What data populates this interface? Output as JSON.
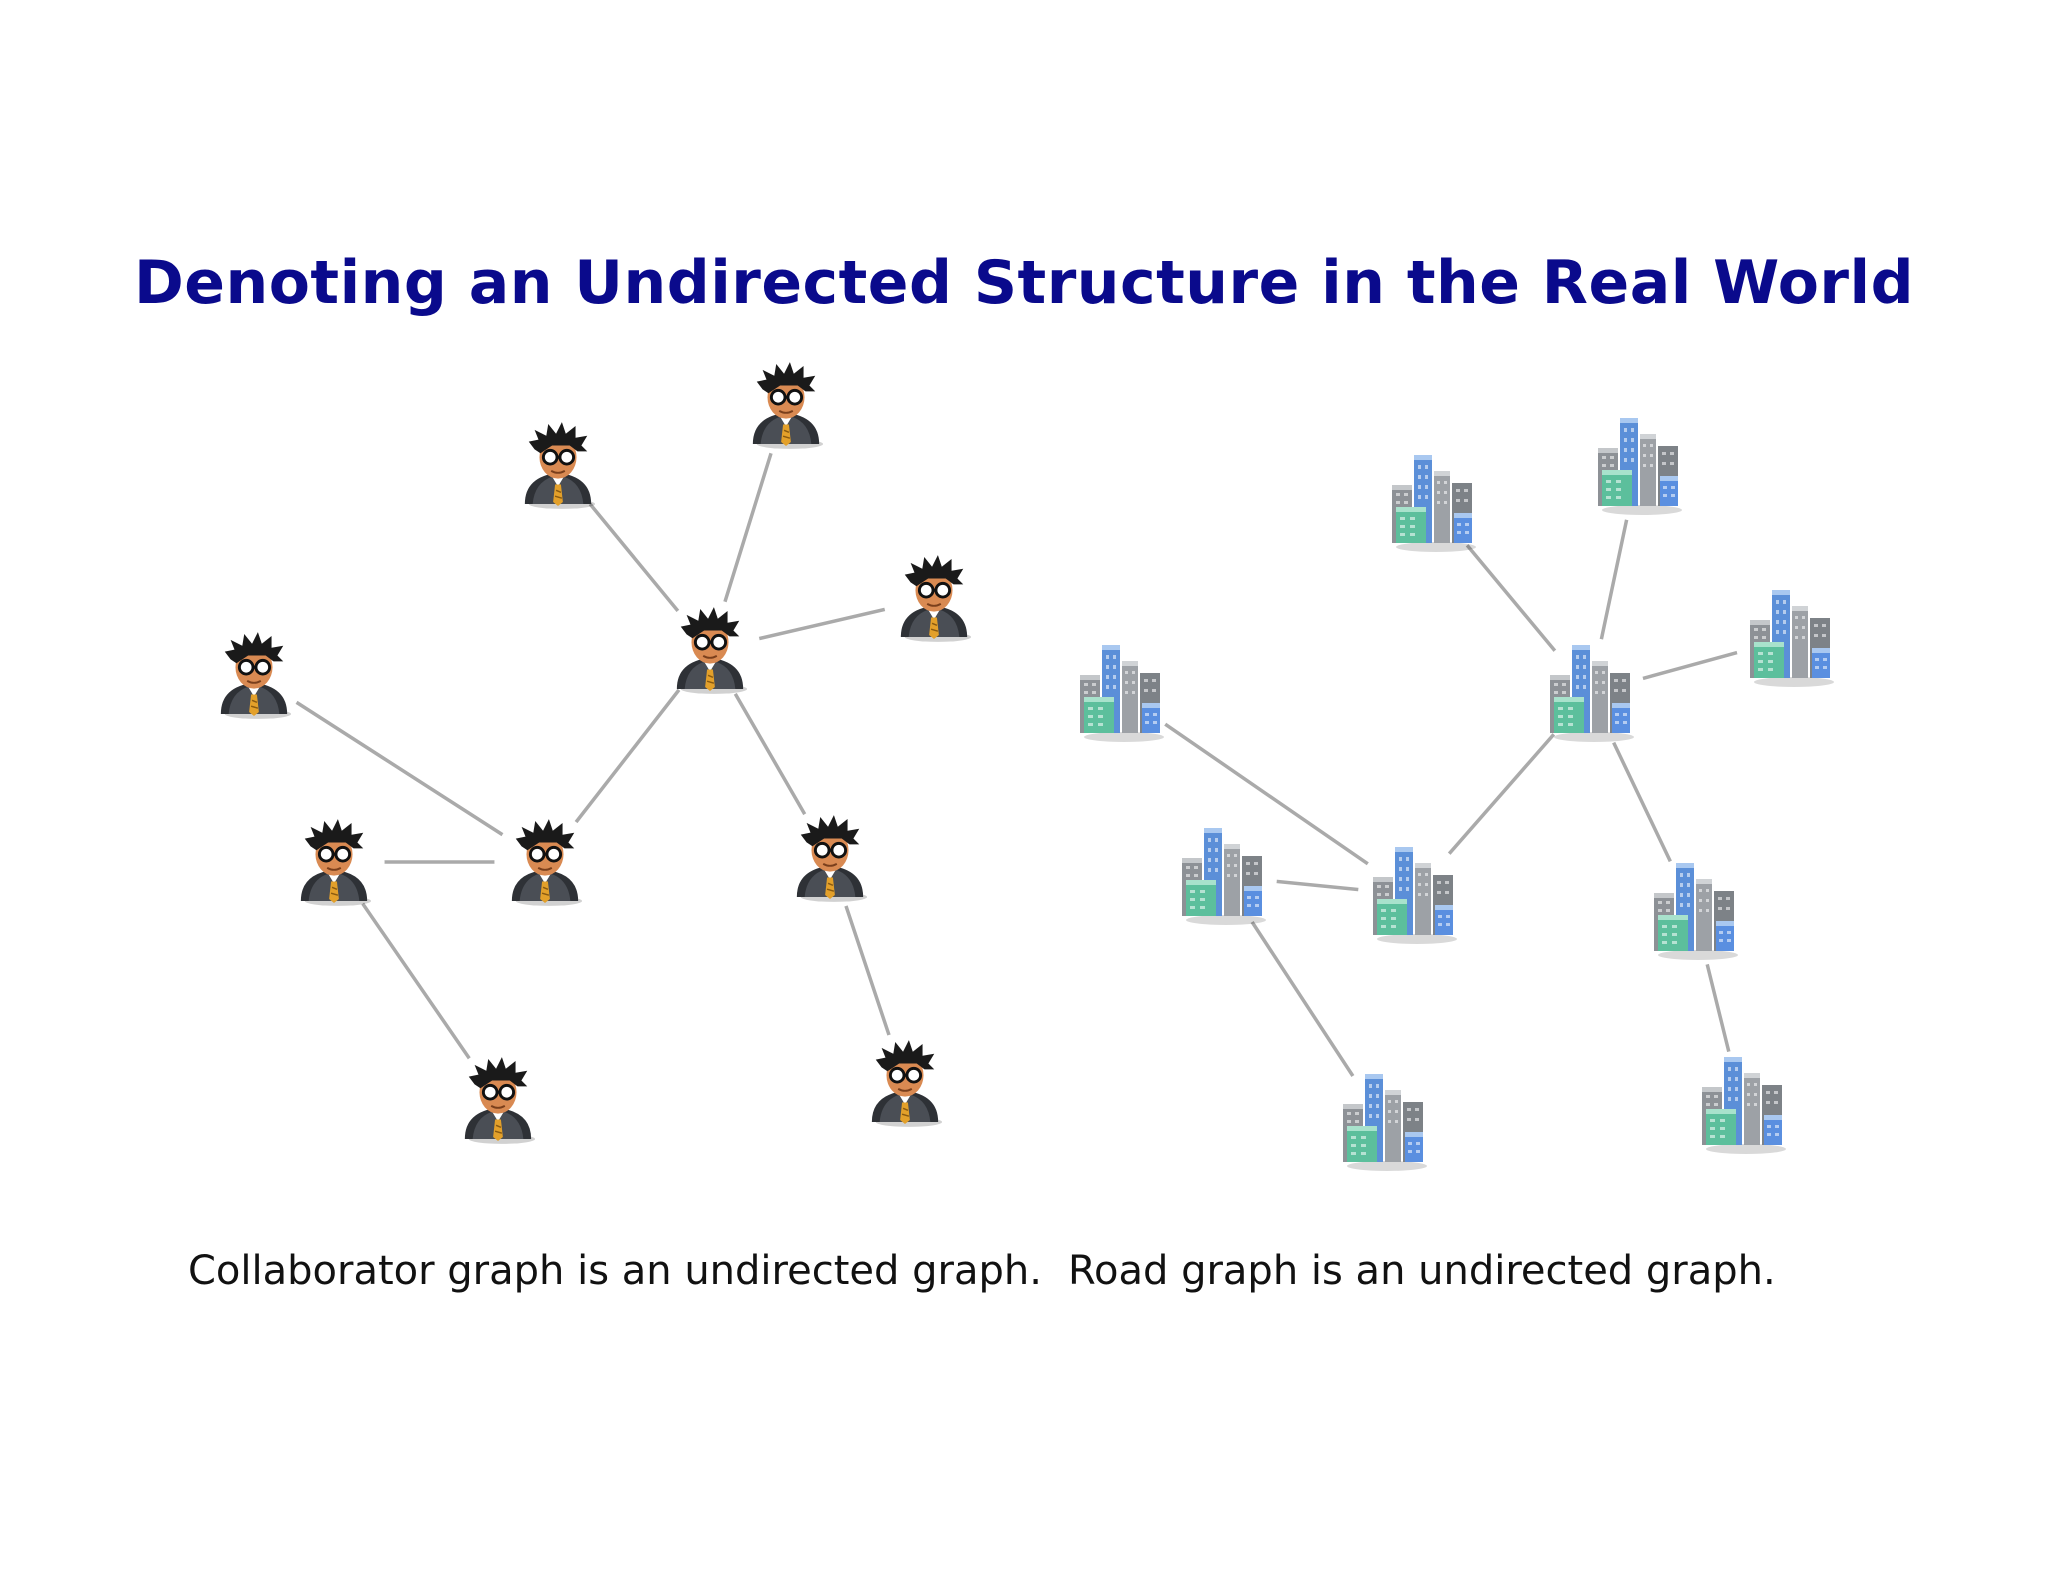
{
  "slide": {
    "title": "Denoting an Undirected Structure in the Real World"
  },
  "colors": {
    "title": "#0a0a8c",
    "edge": "#aaaaaa",
    "caption": "#111111"
  },
  "graphs": [
    {
      "caption": "Collaborator graph is an undirected graph.",
      "node_icon": "person-icon",
      "node_count": 10,
      "edges": [
        [
          0,
          1
        ],
        [
          0,
          2
        ],
        [
          0,
          3
        ],
        [
          0,
          4
        ],
        [
          0,
          5
        ],
        [
          4,
          6
        ],
        [
          4,
          7
        ],
        [
          7,
          8
        ],
        [
          5,
          9
        ]
      ]
    },
    {
      "caption": "Road graph is an undirected graph.",
      "node_icon": "city-buildings-icon",
      "node_count": 10,
      "edges": [
        [
          0,
          1
        ],
        [
          0,
          2
        ],
        [
          0,
          3
        ],
        [
          0,
          4
        ],
        [
          0,
          5
        ],
        [
          4,
          6
        ],
        [
          4,
          7
        ],
        [
          7,
          8
        ],
        [
          5,
          9
        ]
      ]
    }
  ]
}
